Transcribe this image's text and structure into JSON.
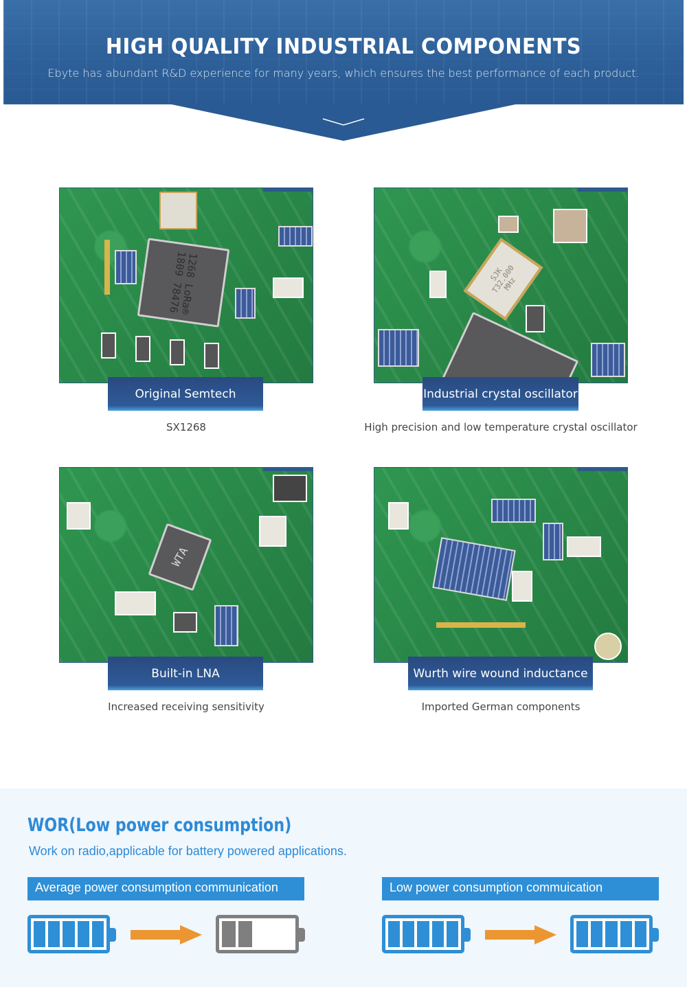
{
  "banner": {
    "title": "HIGH QUALITY INDUSTRIAL COMPONENTS",
    "subtitle": "Ebyte has abundant R&D experience for many years, which ensures the best performance of each product."
  },
  "components": [
    {
      "label": "Original Semtech",
      "description": "SX1268",
      "chip_text": "1268 LoRa® 1809 78476"
    },
    {
      "label": "Industrial crystal oscillator",
      "description": "High precision and low temperature crystal oscillator",
      "chip_text": "SJK T32.000 MHz"
    },
    {
      "label": "Built-in LNA",
      "description": "Increased receiving sensitivity",
      "chip_text": "WTA"
    },
    {
      "label": "Wurth wire wound inductance",
      "description": "Imported German components"
    }
  ],
  "wor": {
    "title": "WOR(Low power consumption)",
    "subtitle": "Work on radio,applicable for battery powered applications.",
    "left": {
      "label": "Average power consumption communication",
      "before_level": 5,
      "after_level": 2
    },
    "right": {
      "label": "Low power consumption commuication",
      "before_level": 5,
      "after_level": 5
    },
    "colors": {
      "blue": "#2e8fd6",
      "gray": "#7f7f7f",
      "arrow": "#ec9632"
    }
  }
}
